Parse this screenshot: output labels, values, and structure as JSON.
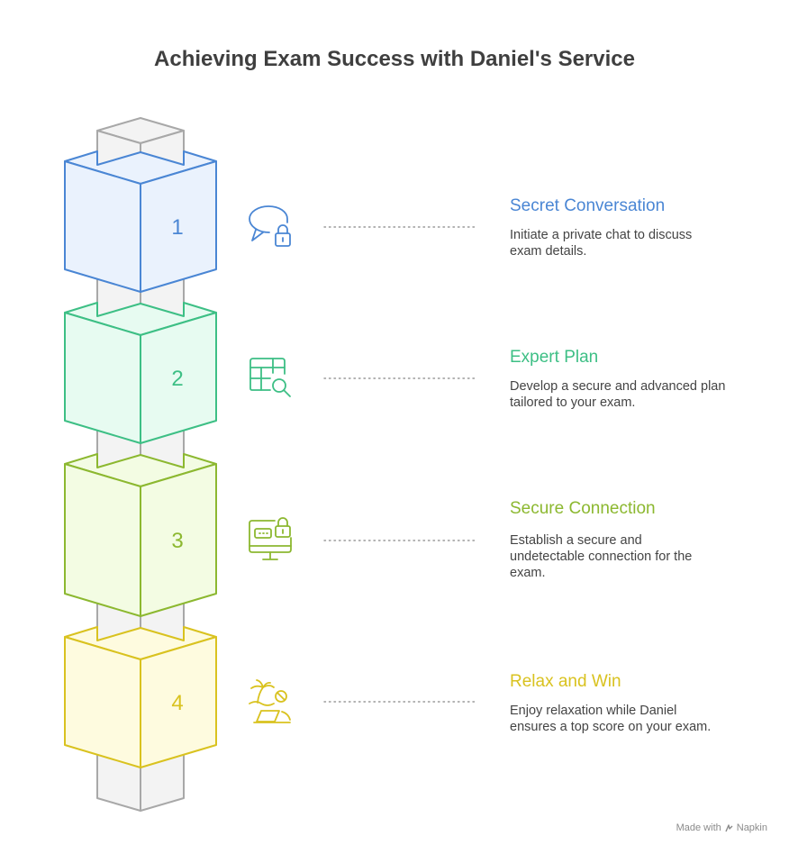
{
  "title": "Achieving Exam Success with Daniel's Service",
  "colors": {
    "post_fill": "#f3f3f3",
    "post_stroke": "#a8a8a8",
    "title_text": "#3f3f3f",
    "desc_text": "#444444"
  },
  "steps": [
    {
      "number": "1",
      "heading": "Secret Conversation",
      "description": "Initiate a private chat to discuss exam details.",
      "icon": "chat-lock-icon",
      "color": "#4a86d4",
      "fill": "#eaf2fd"
    },
    {
      "number": "2",
      "heading": "Expert Plan",
      "description": "Develop a secure and advanced plan tailored to your exam.",
      "icon": "table-search-icon",
      "color": "#3dbf85",
      "fill": "#e7fbf1"
    },
    {
      "number": "3",
      "heading": "Secure Connection",
      "description": "Establish a secure and undetectable connection for the exam.",
      "icon": "monitor-lock-icon",
      "color": "#8cb830",
      "fill": "#f3fce3"
    },
    {
      "number": "4",
      "heading": "Relax and Win",
      "description": "Enjoy relaxation while Daniel ensures a top score on your exam.",
      "icon": "beach-laptop-icon",
      "color": "#d9c21f",
      "fill": "#fefbdf"
    }
  ],
  "footer": {
    "made_with": "Made with",
    "brand": "Napkin"
  }
}
